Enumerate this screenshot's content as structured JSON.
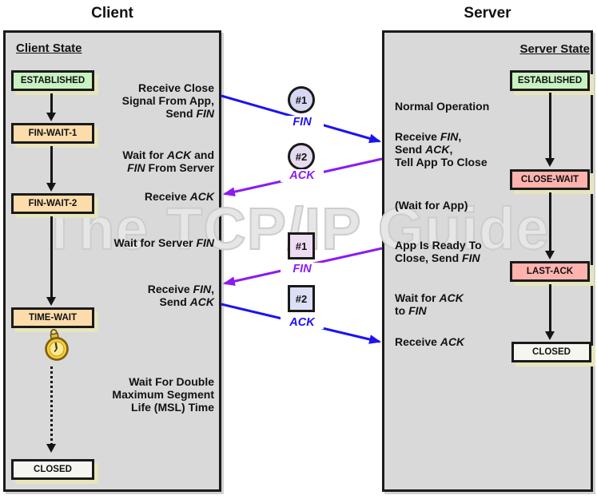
{
  "watermark": "The TCP/IP Guide",
  "colors": {
    "blue": "#1c13f2",
    "purple": "#8c1bf2",
    "panel_bg": "#d9d9d9",
    "established_green": "#c9f2c3",
    "wait_orange": "#fcdcab",
    "wait_pink": "#ffb3ae",
    "closed_white": "#f6f6f1"
  },
  "icons": {
    "timer": "stopwatch"
  },
  "client": {
    "title": "Client",
    "heading": "Client State",
    "states": [
      {
        "label": "ESTABLISHED",
        "color": "#c9f2c3"
      },
      {
        "label": "FIN-WAIT-1",
        "color": "#fcdcab"
      },
      {
        "label": "FIN-WAIT-2",
        "color": "#fcdcab"
      },
      {
        "label": "TIME-WAIT",
        "color": "#fcdcab"
      },
      {
        "label": "CLOSED",
        "color": "#f6f6f1"
      }
    ],
    "annotations": [
      {
        "segments": [
          {
            "t": "Receive Close\nSignal From App,\nSend "
          },
          {
            "t": "FIN",
            "i": true
          }
        ]
      },
      {
        "segments": [
          {
            "t": "Wait for "
          },
          {
            "t": "ACK",
            "i": true
          },
          {
            "t": " and\n"
          },
          {
            "t": "FIN",
            "i": true
          },
          {
            "t": " From Server"
          }
        ]
      },
      {
        "segments": [
          {
            "t": "Receive "
          },
          {
            "t": "ACK",
            "i": true
          }
        ]
      },
      {
        "segments": [
          {
            "t": "Wait for Server "
          },
          {
            "t": "FIN",
            "i": true
          }
        ]
      },
      {
        "segments": [
          {
            "t": "Receive "
          },
          {
            "t": "FIN",
            "i": true
          },
          {
            "t": ",\nSend "
          },
          {
            "t": "ACK",
            "i": true
          }
        ]
      },
      {
        "segments": [
          {
            "t": "Wait For Double\nMaximum Segment\nLife (MSL) Time"
          }
        ]
      }
    ]
  },
  "server": {
    "title": "Server",
    "heading": "Server State",
    "states": [
      {
        "label": "ESTABLISHED",
        "color": "#c9f2c3"
      },
      {
        "label": "CLOSE-WAIT",
        "color": "#ffb3ae"
      },
      {
        "label": "LAST-ACK",
        "color": "#ffb3ae"
      },
      {
        "label": "CLOSED",
        "color": "#f6f6f1"
      }
    ],
    "annotations": [
      {
        "segments": [
          {
            "t": "Normal Operation"
          }
        ]
      },
      {
        "segments": [
          {
            "t": "Receive "
          },
          {
            "t": "FIN",
            "i": true
          },
          {
            "t": ",\nSend "
          },
          {
            "t": "ACK",
            "i": true
          },
          {
            "t": ",\nTell App To Close"
          }
        ]
      },
      {
        "segments": [
          {
            "t": "(Wait for App)"
          }
        ]
      },
      {
        "segments": [
          {
            "t": "App Is Ready To\nClose, Send "
          },
          {
            "t": "FIN",
            "i": true
          }
        ]
      },
      {
        "segments": [
          {
            "t": "Wait for "
          },
          {
            "t": "ACK",
            "i": true
          },
          {
            "t": "\nto "
          },
          {
            "t": "FIN",
            "i": true
          }
        ]
      },
      {
        "segments": [
          {
            "t": "Receive "
          },
          {
            "t": "ACK",
            "i": true
          }
        ]
      }
    ]
  },
  "messages": [
    {
      "badge": "#1",
      "shape": "circle",
      "label": "FIN",
      "color": "#1c13f2",
      "badge_fill": "#d6d7f0",
      "direction": "client-to-server"
    },
    {
      "badge": "#2",
      "shape": "circle",
      "label": "ACK",
      "color": "#8c1bf2",
      "badge_fill": "#e6daf0",
      "direction": "server-to-client"
    },
    {
      "badge": "#1",
      "shape": "square",
      "label": "FIN",
      "color": "#8c1bf2",
      "badge_fill": "#eedcf3",
      "direction": "server-to-client"
    },
    {
      "badge": "#2",
      "shape": "square",
      "label": "ACK",
      "color": "#1c13f2",
      "badge_fill": "#dbe0f6",
      "direction": "client-to-server"
    }
  ]
}
